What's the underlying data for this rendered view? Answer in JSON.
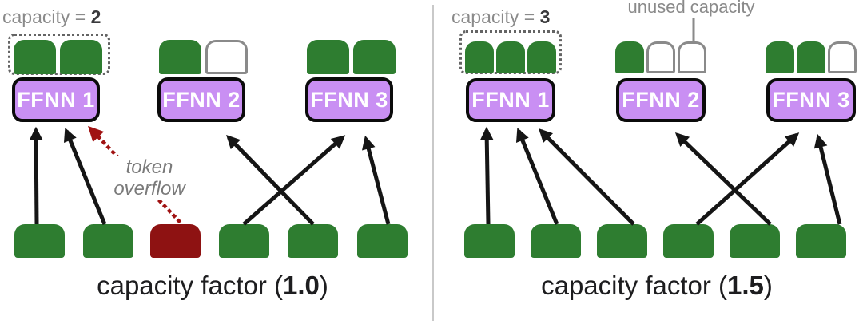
{
  "colors": {
    "token_green": "#2e7d30",
    "overflow_red": "#8e1212",
    "overflow_arrow_red": "#a01212",
    "expert_purple": "#c98ff3",
    "arrow_black": "#151515",
    "gray_text": "#8a8a8a",
    "slot_border": "#8a8a8a",
    "divider": "#c9c9c9"
  },
  "left_panel": {
    "capacity_label": {
      "prefix": "capacity = ",
      "value": "2"
    },
    "experts": [
      {
        "label": "FFNN 1",
        "slots": [
          "filled",
          "filled"
        ],
        "capacity_outlined": true
      },
      {
        "label": "FFNN 2",
        "slots": [
          "filled",
          "empty"
        ],
        "capacity_outlined": false
      },
      {
        "label": "FFNN 3",
        "slots": [
          "filled",
          "filled"
        ],
        "capacity_outlined": false
      }
    ],
    "tokens": [
      "routed",
      "routed",
      "overflow",
      "routed",
      "routed",
      "routed"
    ],
    "routing": [
      {
        "token": 1,
        "to": "FFNN 1",
        "type": "solid"
      },
      {
        "token": 2,
        "to": "FFNN 1",
        "type": "solid"
      },
      {
        "token": 3,
        "to": "FFNN 1",
        "type": "overflow"
      },
      {
        "token": 4,
        "to": "FFNN 3",
        "type": "solid"
      },
      {
        "token": 5,
        "to": "FFNN 2",
        "type": "solid"
      },
      {
        "token": 6,
        "to": "FFNN 3",
        "type": "solid"
      }
    ],
    "overflow_label": {
      "line1": "token",
      "line2": "overflow"
    },
    "caption": {
      "prefix": "capacity factor (",
      "value": "1.0",
      "suffix": ")"
    }
  },
  "right_panel": {
    "capacity_label": {
      "prefix": "capacity = ",
      "value": "3"
    },
    "unused_capacity_label": "unused capacity",
    "experts": [
      {
        "label": "FFNN 1",
        "slots": [
          "filled",
          "filled",
          "filled"
        ],
        "capacity_outlined": true
      },
      {
        "label": "FFNN 2",
        "slots": [
          "filled",
          "empty",
          "empty"
        ],
        "capacity_outlined": false
      },
      {
        "label": "FFNN 3",
        "slots": [
          "filled",
          "filled",
          "empty"
        ],
        "capacity_outlined": false
      }
    ],
    "tokens": [
      "routed",
      "routed",
      "routed",
      "routed",
      "routed",
      "routed"
    ],
    "routing": [
      {
        "token": 1,
        "to": "FFNN 1",
        "type": "solid"
      },
      {
        "token": 2,
        "to": "FFNN 1",
        "type": "solid"
      },
      {
        "token": 3,
        "to": "FFNN 1",
        "type": "solid"
      },
      {
        "token": 4,
        "to": "FFNN 3",
        "type": "solid"
      },
      {
        "token": 5,
        "to": "FFNN 2",
        "type": "solid"
      },
      {
        "token": 6,
        "to": "FFNN 3",
        "type": "solid"
      }
    ],
    "caption": {
      "prefix": "capacity factor (",
      "value": "1.5",
      "suffix": ")"
    }
  }
}
